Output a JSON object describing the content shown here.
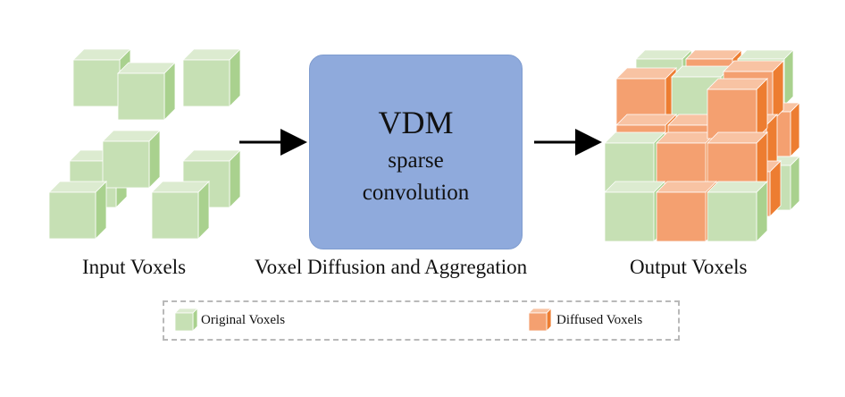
{
  "input": {
    "label": "Input Voxels"
  },
  "process": {
    "title": "VDM",
    "line1": "sparse",
    "line2": "convolution",
    "label": "Voxel Diffusion and Aggregation"
  },
  "output": {
    "label": "Output Voxels"
  },
  "legend": {
    "original": "Original Voxels",
    "diffused": "Diffused Voxels"
  },
  "colors": {
    "original_front": "#c6e0b4",
    "original_top": "#dcebd0",
    "original_side": "#a9d18e",
    "diffused_front": "#f4a070",
    "diffused_top": "#f8c3a3",
    "diffused_side": "#ed7d31",
    "box": "#8faadc",
    "arrow": "#000000"
  }
}
